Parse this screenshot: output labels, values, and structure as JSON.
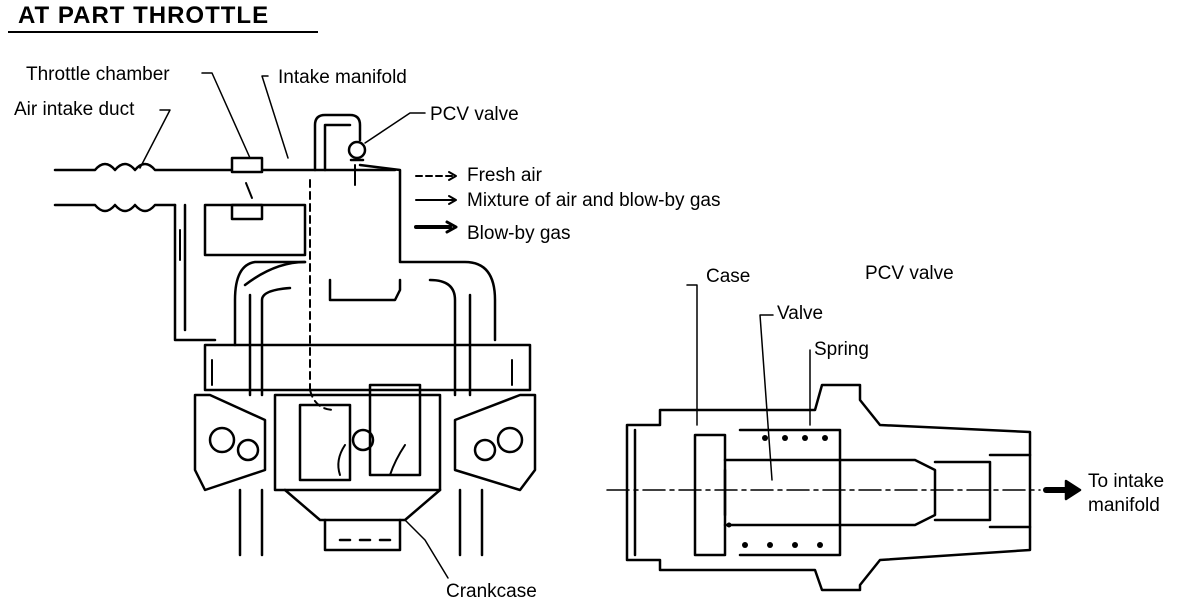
{
  "title": "AT PART THROTTLE",
  "engine_labels": {
    "throttle_chamber": "Throttle chamber",
    "intake_manifold": "Intake manifold",
    "air_intake_duct": "Air intake duct",
    "pcv_valve": "PCV valve",
    "crankcase": "Crankcase"
  },
  "legend": [
    {
      "style": "dashed",
      "label": "Fresh air"
    },
    {
      "style": "solid",
      "label": "Mixture of air and blow-by gas"
    },
    {
      "style": "bold",
      "label": "Blow-by gas"
    }
  ],
  "valve_detail": {
    "title": "PCV valve",
    "case": "Case",
    "valve": "Valve",
    "spring": "Spring",
    "outlet": "To intake manifold"
  }
}
